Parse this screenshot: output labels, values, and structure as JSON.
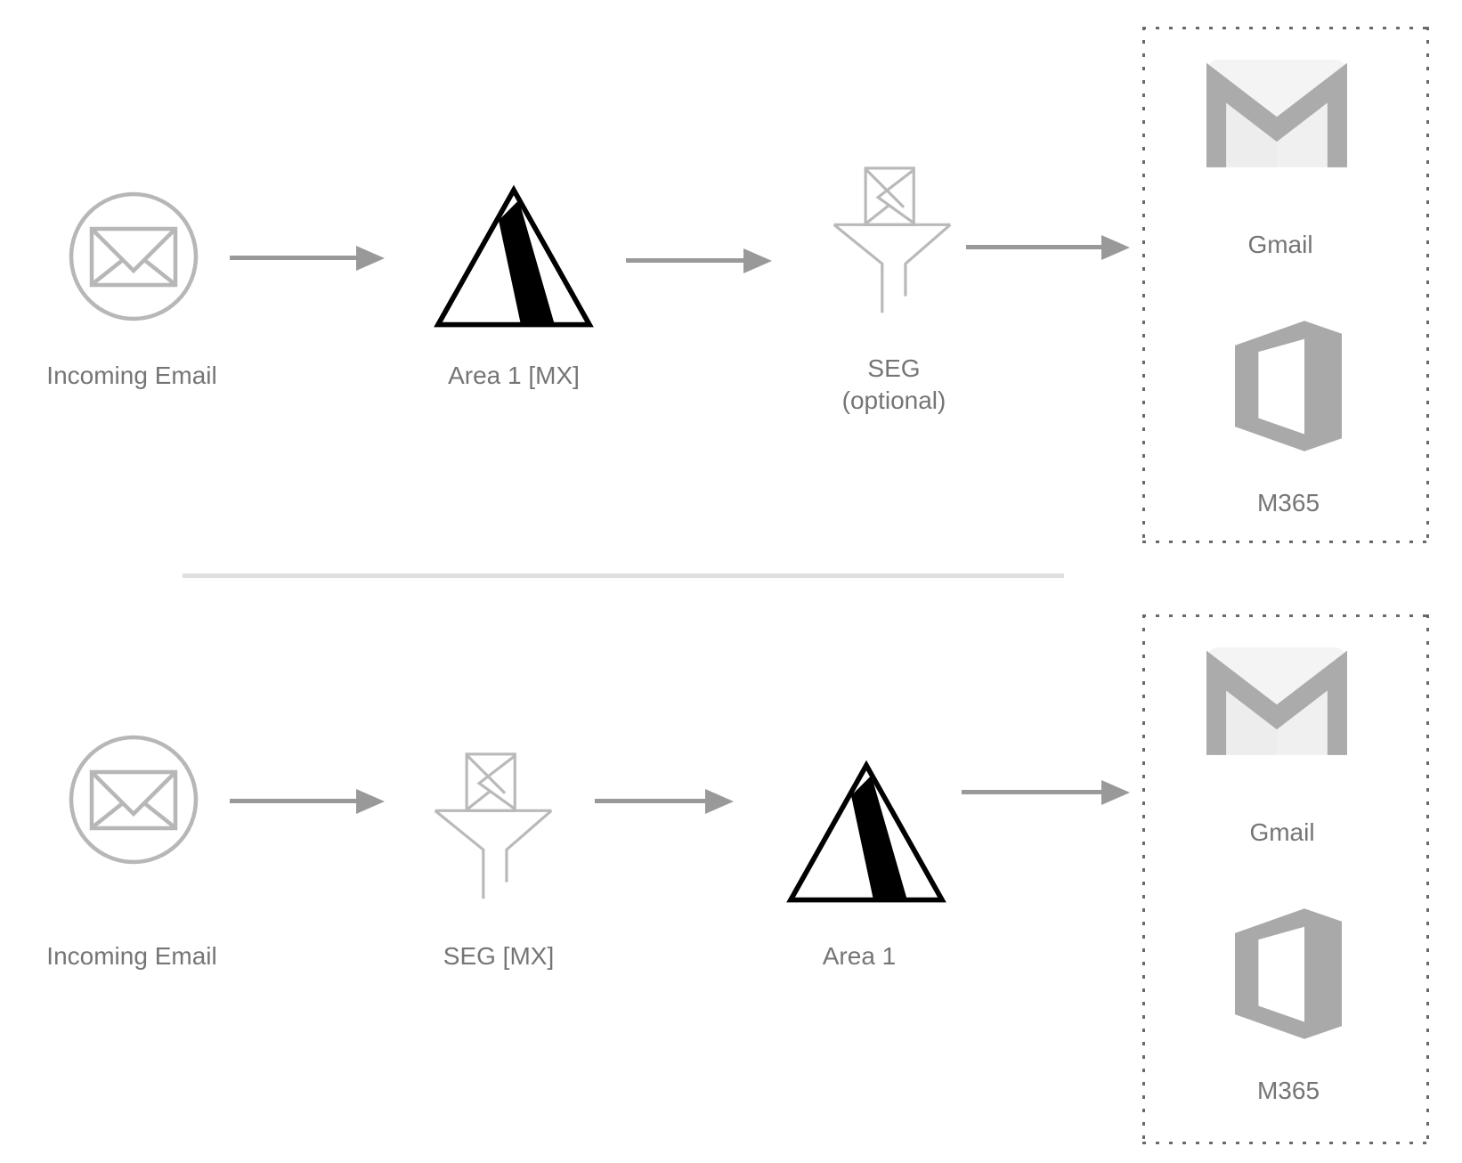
{
  "colors": {
    "label_text": "#757575",
    "arrow": "#999999",
    "outline_icon_stroke": "#b7b7b7",
    "logo_gray": "#a9a9a9",
    "gmail_body": "#f4f4f4",
    "triangle_black": "#000000",
    "box_dot": "#696969",
    "divider": "#dfdfdf"
  },
  "flow1": {
    "node1": {
      "label": "Incoming Email",
      "icon": "incoming-email"
    },
    "node2": {
      "label": "Area 1 [MX]",
      "icon": "area1-triangle"
    },
    "node3": {
      "label": "SEG",
      "sublabel": "(optional)",
      "icon": "seg-funnel"
    },
    "destinations": {
      "gmail_label": "Gmail",
      "m365_label": "M365"
    }
  },
  "flow2": {
    "node1": {
      "label": "Incoming Email",
      "icon": "incoming-email"
    },
    "node2": {
      "label": "SEG [MX]",
      "icon": "seg-funnel"
    },
    "node3": {
      "label": "Area 1",
      "icon": "area1-triangle"
    },
    "destinations": {
      "gmail_label": "Gmail",
      "m365_label": "M365"
    }
  }
}
